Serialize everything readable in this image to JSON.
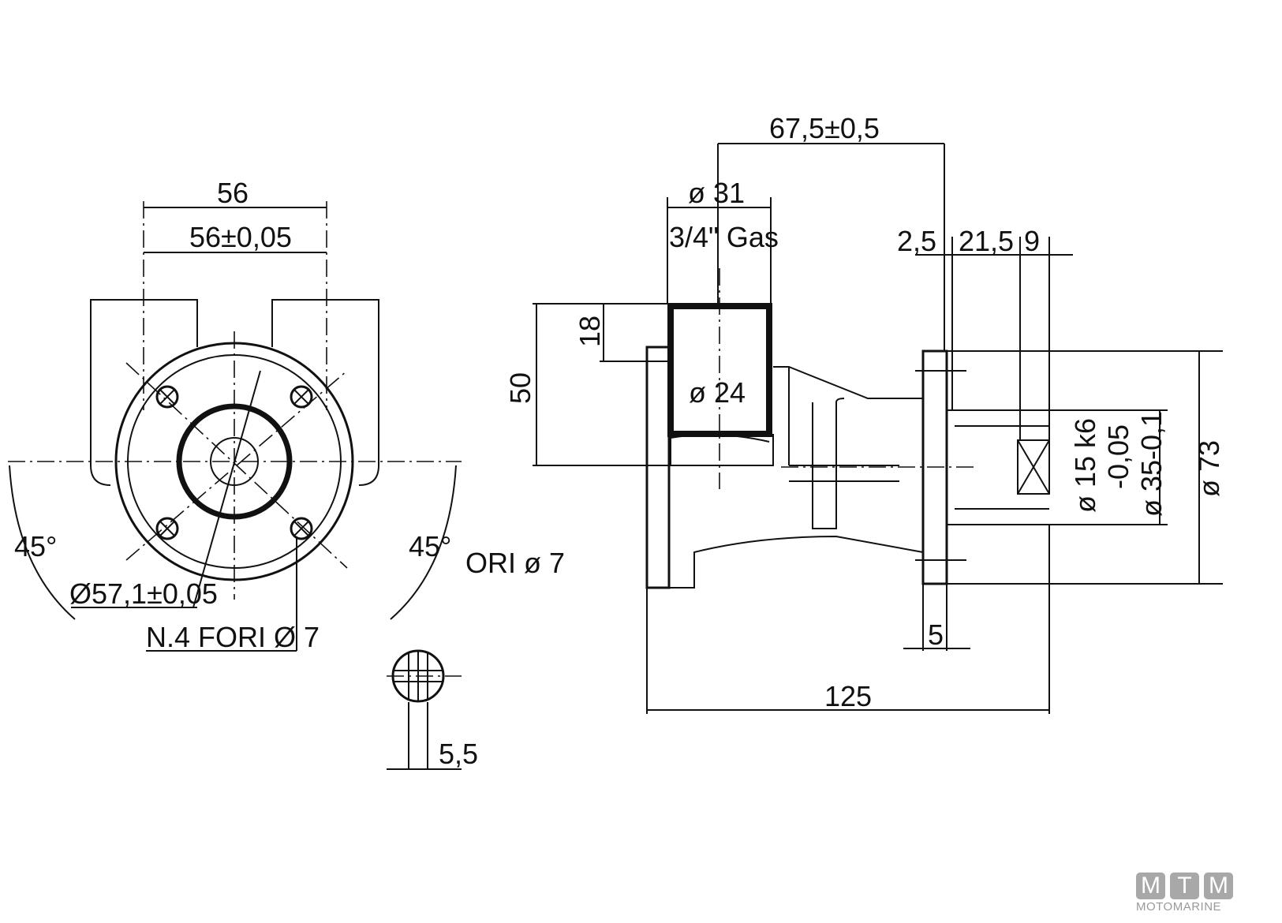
{
  "front_view": {
    "dim_width": "56",
    "dim_width_tol": "56±0,05",
    "angle_left": "45°",
    "angle_right": "45°",
    "bolt_circle": "Ø57,1±0,05",
    "holes": "N.4 FORI Ø 7",
    "holes_partial": "ORI ø 7"
  },
  "shaft_detail": {
    "dim_flat": "5,5"
  },
  "side_view": {
    "dim_port_pos": "67,5±0,5",
    "dim_port_dia": "ø 31",
    "port_thread": "3/4\" Gas",
    "dim_port_height": "18",
    "dim_body_height": "50",
    "dim_port_inner": "ø 24",
    "dim_a": "2,5",
    "dim_b": "21,5",
    "dim_c": "9",
    "shaft_dia": "ø 15 k6",
    "shaft_tol": "-0,05",
    "spigot_dia": "ø 35-0,1",
    "flange_dia": "ø 73",
    "dim_flange_thk": "5",
    "overall_length": "125"
  },
  "logo": {
    "letters": [
      "M",
      "T",
      "M"
    ],
    "word": "MOTOMARINE"
  }
}
